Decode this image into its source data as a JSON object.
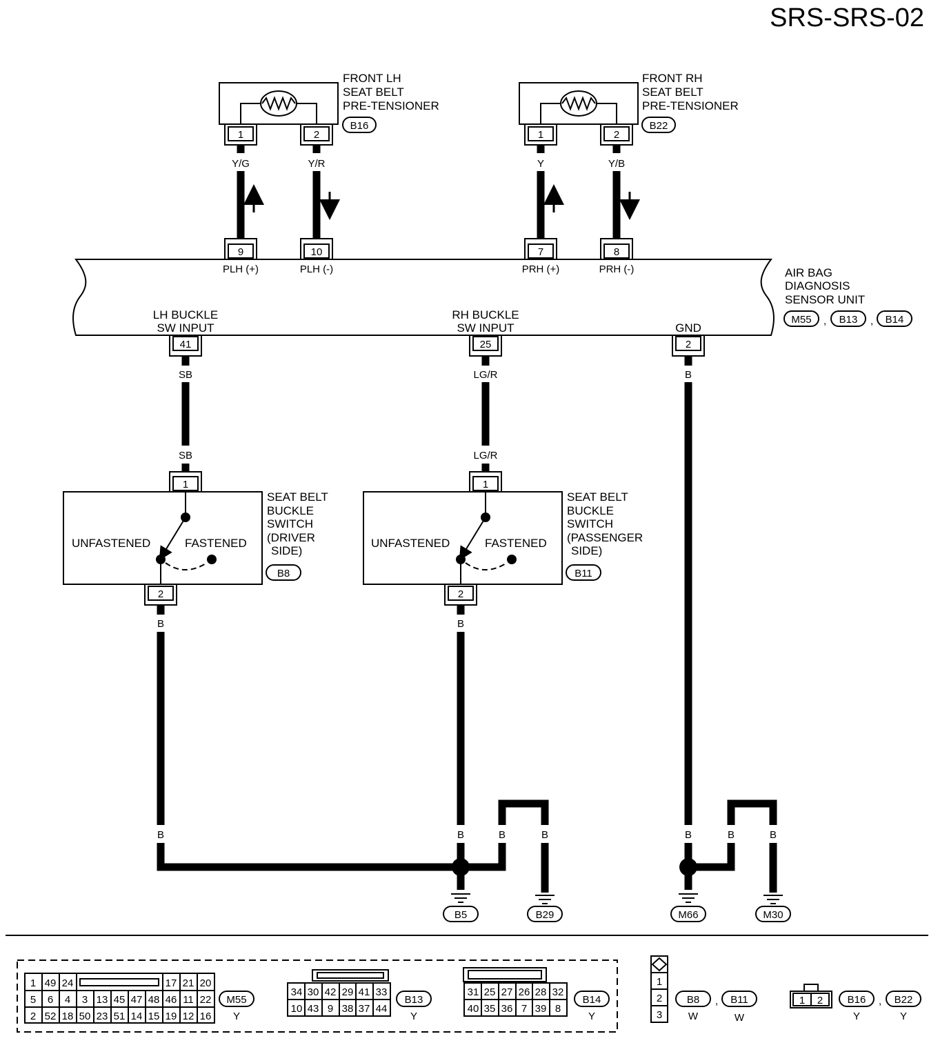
{
  "page_title": "SRS-SRS-02",
  "unit": {
    "name_lines": [
      "AIR BAG",
      "DIAGNOSIS",
      "SENSOR UNIT"
    ],
    "connectors": [
      "M55",
      "B13",
      "B14"
    ],
    "pins": [
      {
        "pin": "9",
        "label": "PLH (+)"
      },
      {
        "pin": "10",
        "label": "PLH (-)"
      },
      {
        "pin": "7",
        "label": "PRH (+)"
      },
      {
        "pin": "8",
        "label": "PRH (-)"
      },
      {
        "pin": "41",
        "label_lines": [
          "LH BUCKLE",
          "SW INPUT"
        ]
      },
      {
        "pin": "25",
        "label_lines": [
          "RH BUCKLE",
          "SW INPUT"
        ]
      },
      {
        "pin": "2",
        "label": "GND"
      }
    ]
  },
  "pretensioners": [
    {
      "name_lines": [
        "FRONT LH",
        "SEAT BELT",
        "PRE-TENSIONER"
      ],
      "connector": "B16",
      "pins": [
        "1",
        "2"
      ],
      "wires": [
        "Y/G",
        "Y/R"
      ]
    },
    {
      "name_lines": [
        "FRONT RH",
        "SEAT BELT",
        "PRE-TENSIONER"
      ],
      "connector": "B22",
      "pins": [
        "1",
        "2"
      ],
      "wires": [
        "Y",
        "Y/B"
      ]
    }
  ],
  "buckle_wires": {
    "lh": "SB",
    "rh": "LG/R",
    "gnd": "B"
  },
  "buckle_switches": [
    {
      "name_lines": [
        "SEAT BELT",
        "BUCKLE",
        "SWITCH",
        "(DRIVER",
        "SIDE)"
      ],
      "connector": "B8",
      "pin_top": "1",
      "pin_bottom": "2",
      "unfastened": "UNFASTENED",
      "fastened": "FASTENED"
    },
    {
      "name_lines": [
        "SEAT BELT",
        "BUCKLE",
        "SWITCH",
        "(PASSENGER",
        "SIDE)"
      ],
      "connector": "B11",
      "pin_top": "1",
      "pin_bottom": "2",
      "unfastened": "UNFASTENED",
      "fastened": "FASTENED"
    }
  ],
  "ground_wire": "B",
  "grounds": [
    "B5",
    "B29",
    "M66",
    "M30"
  ],
  "connector_views": {
    "m55": {
      "id": "M55",
      "color": "Y",
      "rows": [
        [
          "1",
          "49",
          "24",
          "",
          "17",
          "21",
          "20"
        ],
        [
          "5",
          "6",
          "4",
          "3",
          "13",
          "45",
          "47",
          "48",
          "46",
          "11",
          "22"
        ],
        [
          "2",
          "52",
          "18",
          "50",
          "23",
          "51",
          "14",
          "15",
          "19",
          "12",
          "16"
        ]
      ]
    },
    "b13": {
      "id": "B13",
      "color": "Y",
      "rows": [
        [
          "34",
          "30",
          "42",
          "29",
          "41",
          "33"
        ],
        [
          "10",
          "43",
          "9",
          "38",
          "37",
          "44"
        ]
      ]
    },
    "b14": {
      "id": "B14",
      "color": "Y",
      "rows": [
        [
          "31",
          "25",
          "27",
          "26",
          "28",
          "32"
        ],
        [
          "40",
          "35",
          "36",
          "7",
          "39",
          "8"
        ]
      ]
    },
    "b8_b11": {
      "ids": [
        "B8",
        "B11"
      ],
      "colors": [
        "W",
        "W"
      ],
      "pins": [
        "1",
        "2",
        "3"
      ]
    },
    "b16_b22": {
      "ids": [
        "B16",
        "B22"
      ],
      "colors": [
        "Y",
        "Y"
      ],
      "pins": [
        "1",
        "2"
      ]
    }
  }
}
